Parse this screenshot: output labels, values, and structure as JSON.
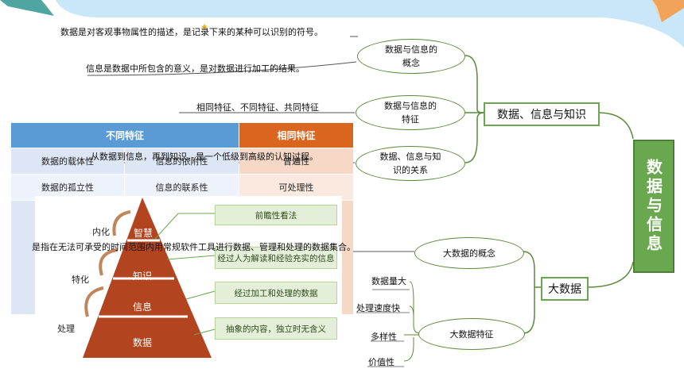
{
  "definitions": {
    "data_def": "数据是对客观事物属性的描述，是记录下来的某种可以识别的符号。",
    "info_def": "信息是数据中所包含的意义，是对数据进行加工的结果。",
    "features": "相同特征、不同特征、共同特征",
    "relation": "从数据到信息，再到知识，是一个低级到高级的认知过程。",
    "big_data_def": "是指在无法可承受的时间范围内用常规软件工具进行数据、管理和处理的数据集合。"
  },
  "nodes": {
    "concept": "数据与信息的概念",
    "features": "数据与信息的特征",
    "relation": "数据、信息与知识的关系",
    "dik": "数据、信息与知识",
    "root": "数据与信息",
    "big_data": "大数据",
    "big_data_concept": "大数据的概念",
    "big_data_features": "大数据特征"
  },
  "big_data_traits": [
    "数据量大",
    "处理速度快",
    "多样性",
    "价值性"
  ],
  "table": {
    "headers": [
      "不同特征",
      "相同特征"
    ],
    "rows": [
      [
        "数据的载体性",
        "信息的依附性",
        "普遍性"
      ],
      [
        "数据的孤立性",
        "信息的联系性",
        "可处理性"
      ]
    ]
  },
  "pyramid": {
    "levels": [
      "智慧",
      "知识",
      "信息",
      "数据"
    ],
    "notes": [
      "前瞻性看法",
      "经过人为解读和经验充实的信息",
      "经过加工和处理的数据",
      "抽象的内容，独立时无含义"
    ],
    "sides": [
      "内化",
      "特化",
      "处理"
    ]
  },
  "colors": {
    "green": "#6aa84f",
    "blue_header": "#5b9bd5",
    "orange_header": "#d9651e",
    "pyramid": "#b2451f"
  }
}
